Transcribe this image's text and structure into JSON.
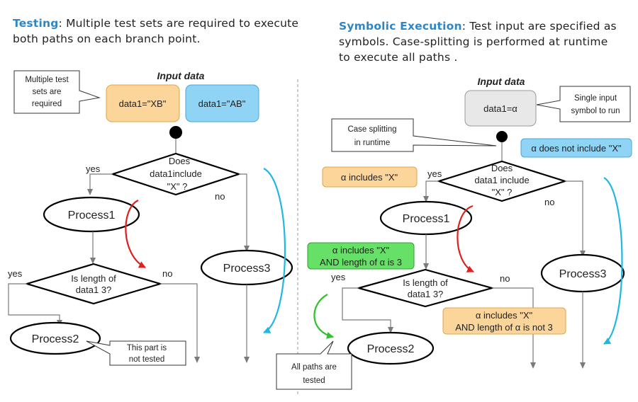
{
  "left": {
    "heading_keyword": "Testing",
    "heading_line1_rest": ": Multiple test sets are required to execute",
    "heading_line2": "both paths on each branch point.",
    "callout_required": [
      "Multiple test",
      "sets are",
      "required"
    ],
    "input_data_label": "Input data",
    "data_xb": "data1=\"XB\"",
    "data_ab": "data1=\"AB\"",
    "decision1": [
      "Does",
      "data1include",
      "\"X\" ?"
    ],
    "yes1": "yes",
    "no1": "no",
    "process1": "Process1",
    "process3": "Process3",
    "decision2": [
      "Is length of",
      "data1 3?"
    ],
    "yes2": "yes",
    "no2": "no",
    "process2": "Process2",
    "callout_not_tested": [
      "This part is",
      "not tested"
    ]
  },
  "right": {
    "heading_keyword": "Symbolic Execution",
    "heading_line1_rest": ": Test input are specified as",
    "heading_line2": "symbols.  Case-splitting is performed at runtime",
    "heading_line3": "to execute all paths .",
    "input_data_label": "Input data",
    "data_alpha": "data1=α",
    "callout_single": [
      "Single input",
      "symbol to run"
    ],
    "callout_case": [
      "Case splitting",
      "in runtime"
    ],
    "cond_not_include": "α does not include \"X\"",
    "cond_include": "α includes \"X\"",
    "decision1": [
      "Does",
      "data1 include",
      "\"X\" ?"
    ],
    "yes1": "yes",
    "no1": "no",
    "process1": "Process1",
    "process3": "Process3",
    "cond_len3": [
      "α includes \"X\"",
      "AND length of α is 3"
    ],
    "decision2": [
      "Is length of",
      "data1 3?"
    ],
    "yes2": "yes",
    "no2": "no",
    "cond_not3": [
      "α includes \"X\"",
      "AND length of α is not 3"
    ],
    "process2": "Process2",
    "callout_all": [
      "All paths are",
      "tested"
    ]
  },
  "colors": {
    "heading_blue": "#2e86c8",
    "orange_fill": "#fbd59a",
    "blue_fill": "#8fd3f5",
    "green_fill": "#66e066",
    "gray_fill": "#e8e8e8",
    "red_arrow": "#e02020",
    "cyan_arrow": "#20b8e0",
    "green_arrow": "#30c030"
  }
}
